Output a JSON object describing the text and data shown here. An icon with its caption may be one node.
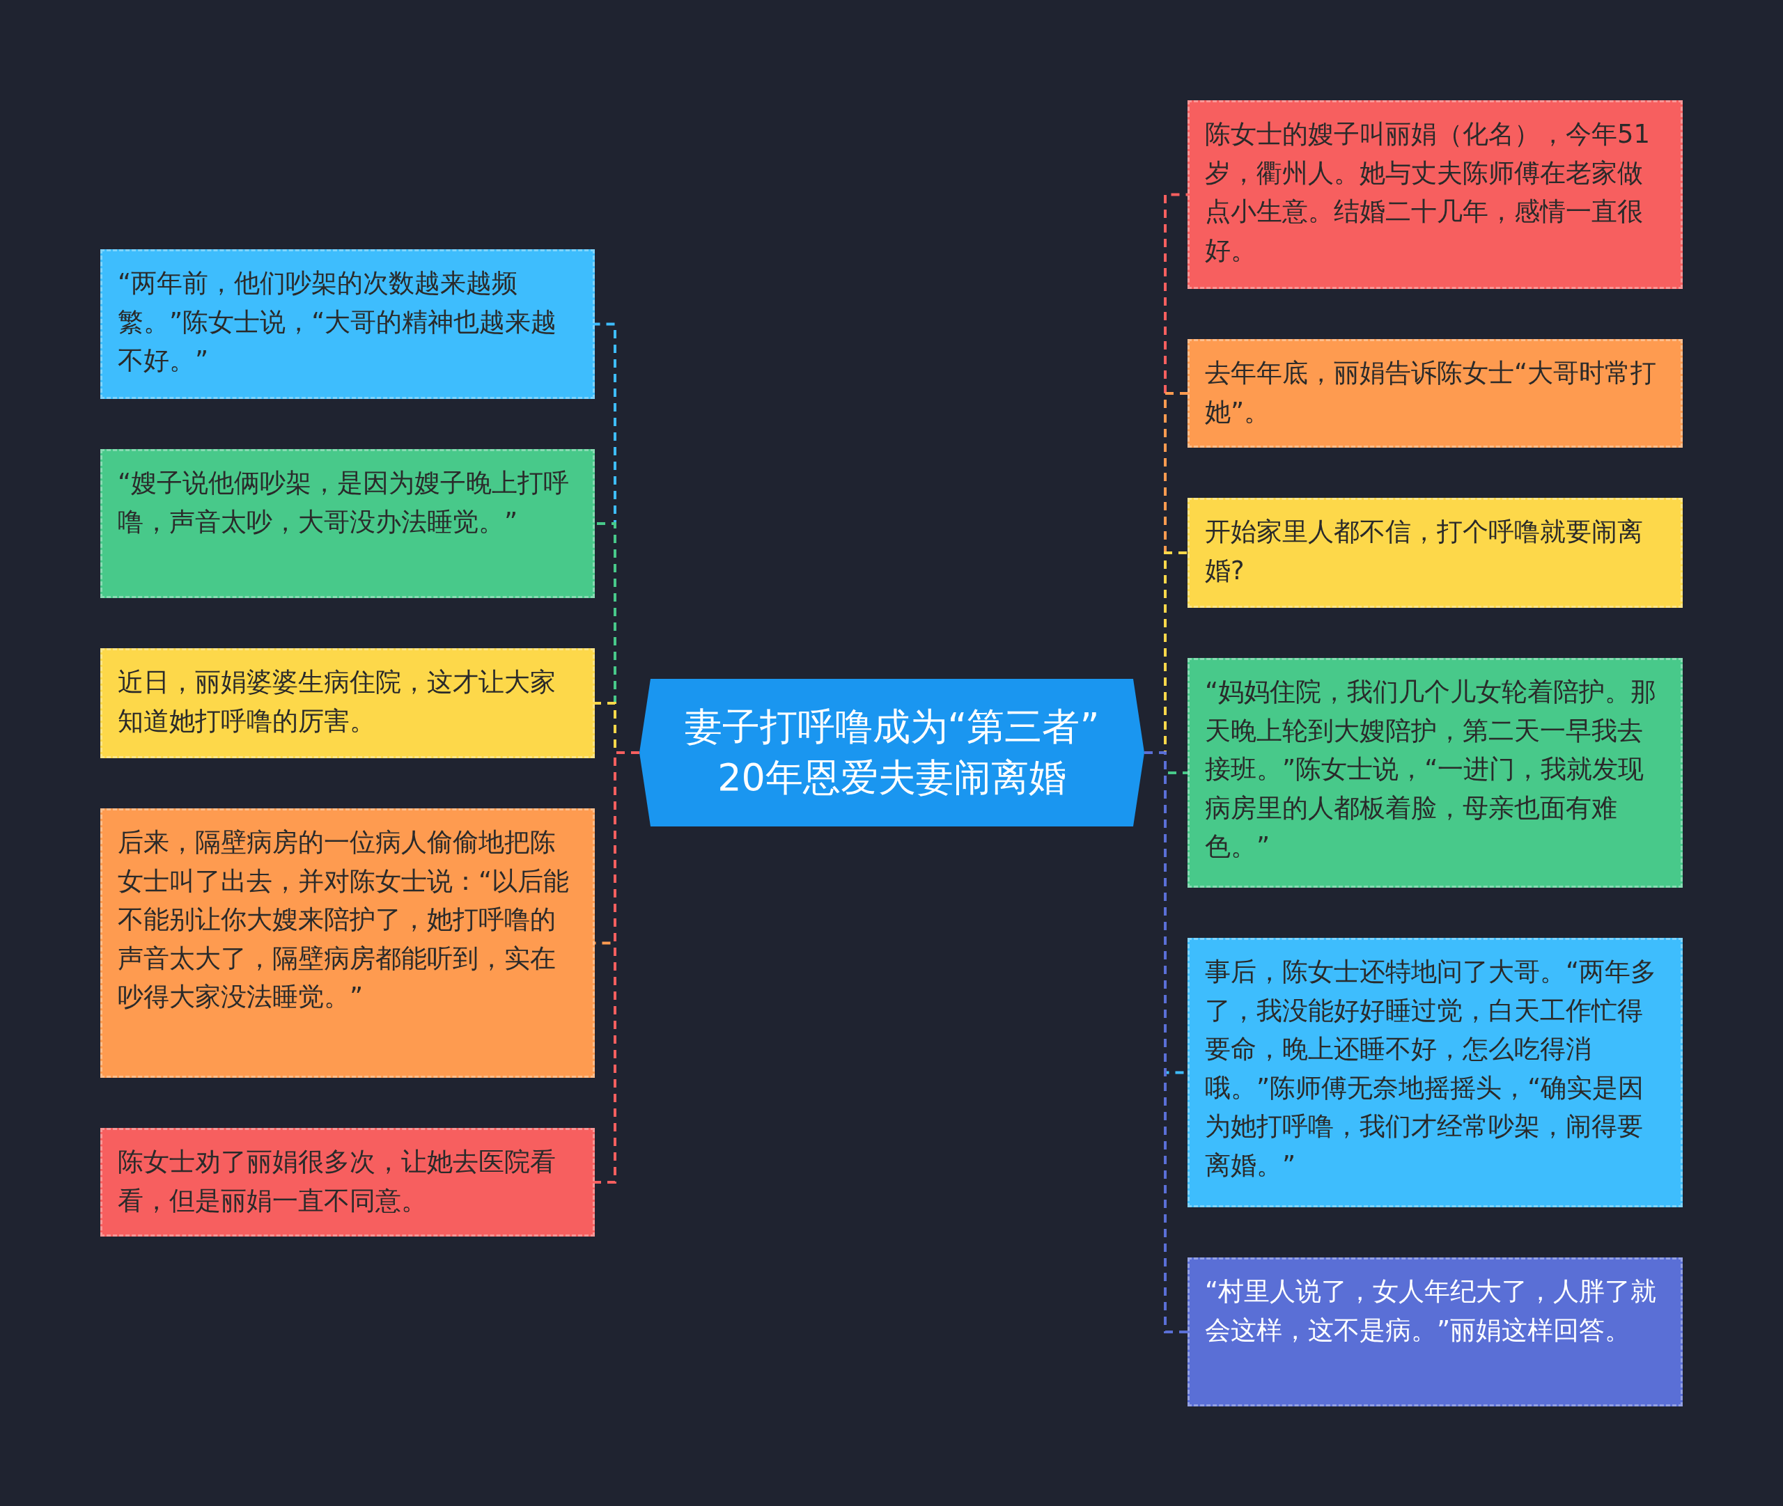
{
  "diagram": {
    "nodes": [
      {
        "text": [
          "妻子打呼噜成为“第三者” 20年恩爱夫妻闹离婚"
        ]
      },
      {
        "text": [
          "“两年前，他们吵架的次数越来越频繁。”陈女士说，“大哥的精神也越来越不好。”"
        ]
      },
      {
        "text": [
          "“嫂子说他俩吵架，是因为嫂子晚上打呼噜，声音太吵，大哥没办法睡觉。”"
        ]
      },
      {
        "text": [
          "近日，丽娟婆婆生病住院，这才让大家知道她打呼噜的厉害。"
        ]
      },
      {
        "text": [
          "后来，隔壁病房的一位病人偷偷地把陈女士叫了出去，并对陈女士说：“以后能不能别让你大嫂来陪护了，她打呼噜的声音太大了，隔壁病房都能听到，实在吵得大家没法睡觉。”"
        ]
      },
      {
        "text": [
          "陈女士劝了丽娟很多次，让她去医院看看，但是丽娟一直不同意。"
        ]
      },
      {
        "text": [
          "陈女士的嫂子叫丽娟（化名），今年51岁，衢州人。她与丈夫陈师傅在老家做点小生意。结婚二十几年，感情一直很好。"
        ]
      },
      {
        "text": [
          "去年年底，丽娟告诉陈女士“大哥时常打她”。"
        ]
      },
      {
        "text": [
          "开始家里人都不信，打个呼噜就要闹离婚?"
        ]
      },
      {
        "text": [
          "“妈妈住院，我们几个儿女轮着陪护。那天晚上轮到大嫂陪护，第二天一早我去接班。”陈女士说，“一进门，我就发现病房里的人都板着脸，母亲也面有难色。”"
        ]
      },
      {
        "text": [
          "事后，陈女士还特地问了大哥。“两年多了，我没能好好睡过觉，白天工作忙得要命，晚上还睡不好，怎么吃得消哦。”陈师傅无奈地摇摇头，“确实是因为她打呼噜，我们才经常吵架，闹得要离婚。”"
        ]
      },
      {
        "text": [
          "“村里人说了，女人年纪大了，人胖了就会这样，这不是病。”丽娟这样回答。"
        ]
      }
    ],
    "edges": [
      {
        "from": 0,
        "to": 1,
        "arrow": "none",
        "style": "dashed",
        "color": "#3ebdfd"
      },
      {
        "from": 0,
        "to": 2,
        "arrow": "none",
        "style": "dashed",
        "color": "#48c98a"
      },
      {
        "from": 0,
        "to": 3,
        "arrow": "none",
        "style": "dashed",
        "color": "#fdd84a"
      },
      {
        "from": 0,
        "to": 4,
        "arrow": "none",
        "style": "dashed",
        "color": "#fe9b50"
      },
      {
        "from": 0,
        "to": 5,
        "arrow": "none",
        "style": "dashed",
        "color": "#f75f5f"
      },
      {
        "from": 0,
        "to": 6,
        "arrow": "none",
        "style": "dashed",
        "color": "#f75f5f"
      },
      {
        "from": 0,
        "to": 7,
        "arrow": "none",
        "style": "dashed",
        "color": "#fe9b50"
      },
      {
        "from": 0,
        "to": 8,
        "arrow": "none",
        "style": "dashed",
        "color": "#fdd84a"
      },
      {
        "from": 0,
        "to": 9,
        "arrow": "none",
        "style": "dashed",
        "color": "#48c98a"
      },
      {
        "from": 0,
        "to": 10,
        "arrow": "none",
        "style": "dashed",
        "color": "#3ebdfd"
      },
      {
        "from": 0,
        "to": 11,
        "arrow": "none",
        "style": "dashed",
        "color": "#5a6fd6"
      }
    ]
  }
}
